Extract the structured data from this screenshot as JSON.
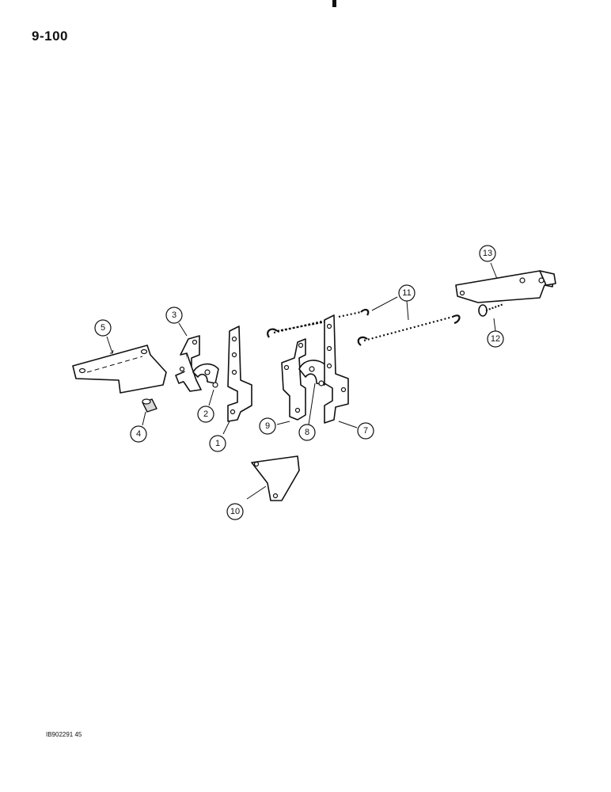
{
  "page": {
    "number": "9-100",
    "figure_code": "IB902291 45"
  },
  "callouts": [
    {
      "id": "callout-1",
      "label": "1"
    },
    {
      "id": "callout-2",
      "label": "2"
    },
    {
      "id": "callout-3",
      "label": "3"
    },
    {
      "id": "callout-4",
      "label": "4"
    },
    {
      "id": "callout-5",
      "label": "5"
    },
    {
      "id": "callout-7",
      "label": "7"
    },
    {
      "id": "callout-8",
      "label": "8"
    },
    {
      "id": "callout-9",
      "label": "9"
    },
    {
      "id": "callout-10",
      "label": "10"
    },
    {
      "id": "callout-11",
      "label": "11"
    },
    {
      "id": "callout-12",
      "label": "12"
    },
    {
      "id": "callout-13",
      "label": "13"
    }
  ]
}
